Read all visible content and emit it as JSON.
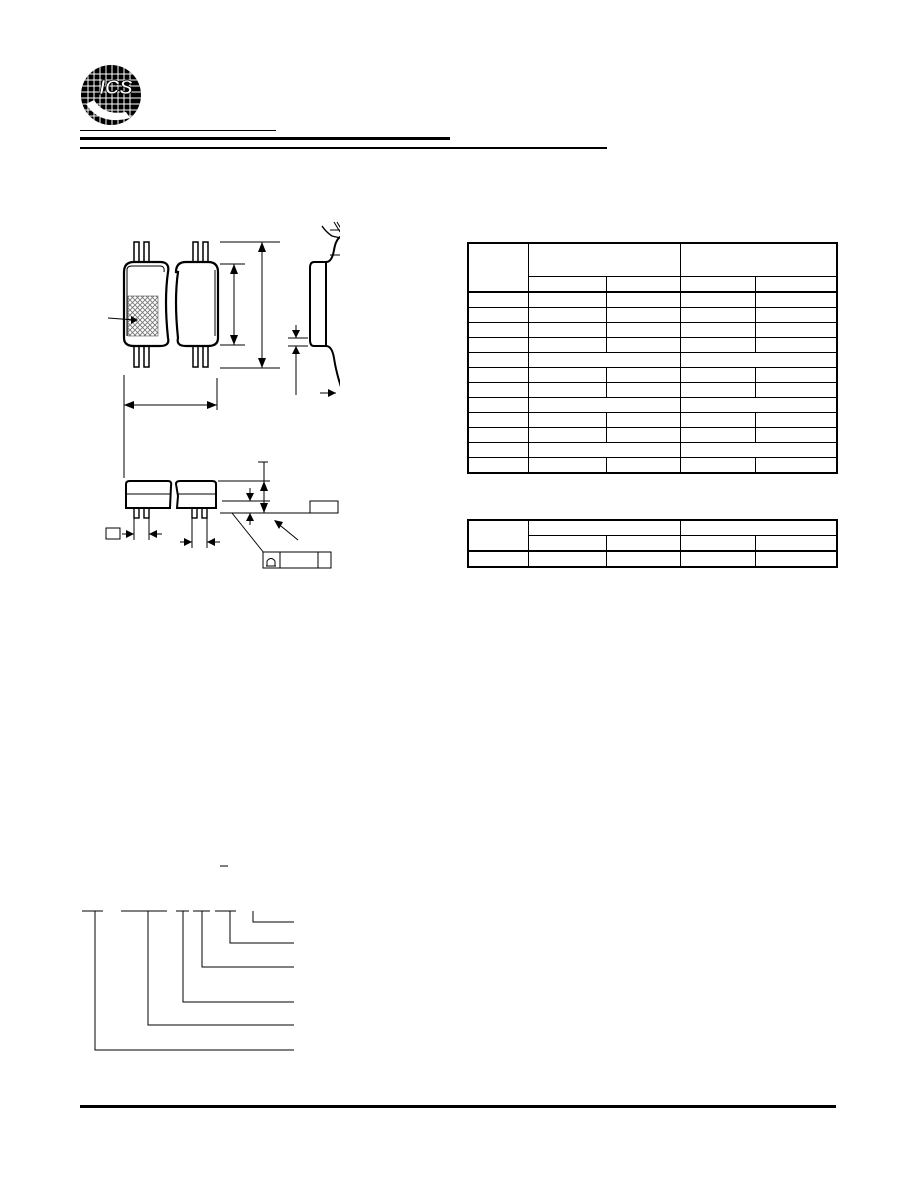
{
  "logo": {
    "text": "ICS"
  },
  "colors": {
    "ink": "#000000",
    "paper": "#ffffff",
    "hatch": "#777777"
  },
  "package_drawing": {
    "callout_left": "",
    "callout_right": ""
  },
  "dimensions_table": {
    "rows": 12,
    "data_columns": 4
  },
  "second_table": {
    "rows": 1,
    "data_columns": 4
  },
  "ordering_diagram": {
    "branches": 6
  }
}
